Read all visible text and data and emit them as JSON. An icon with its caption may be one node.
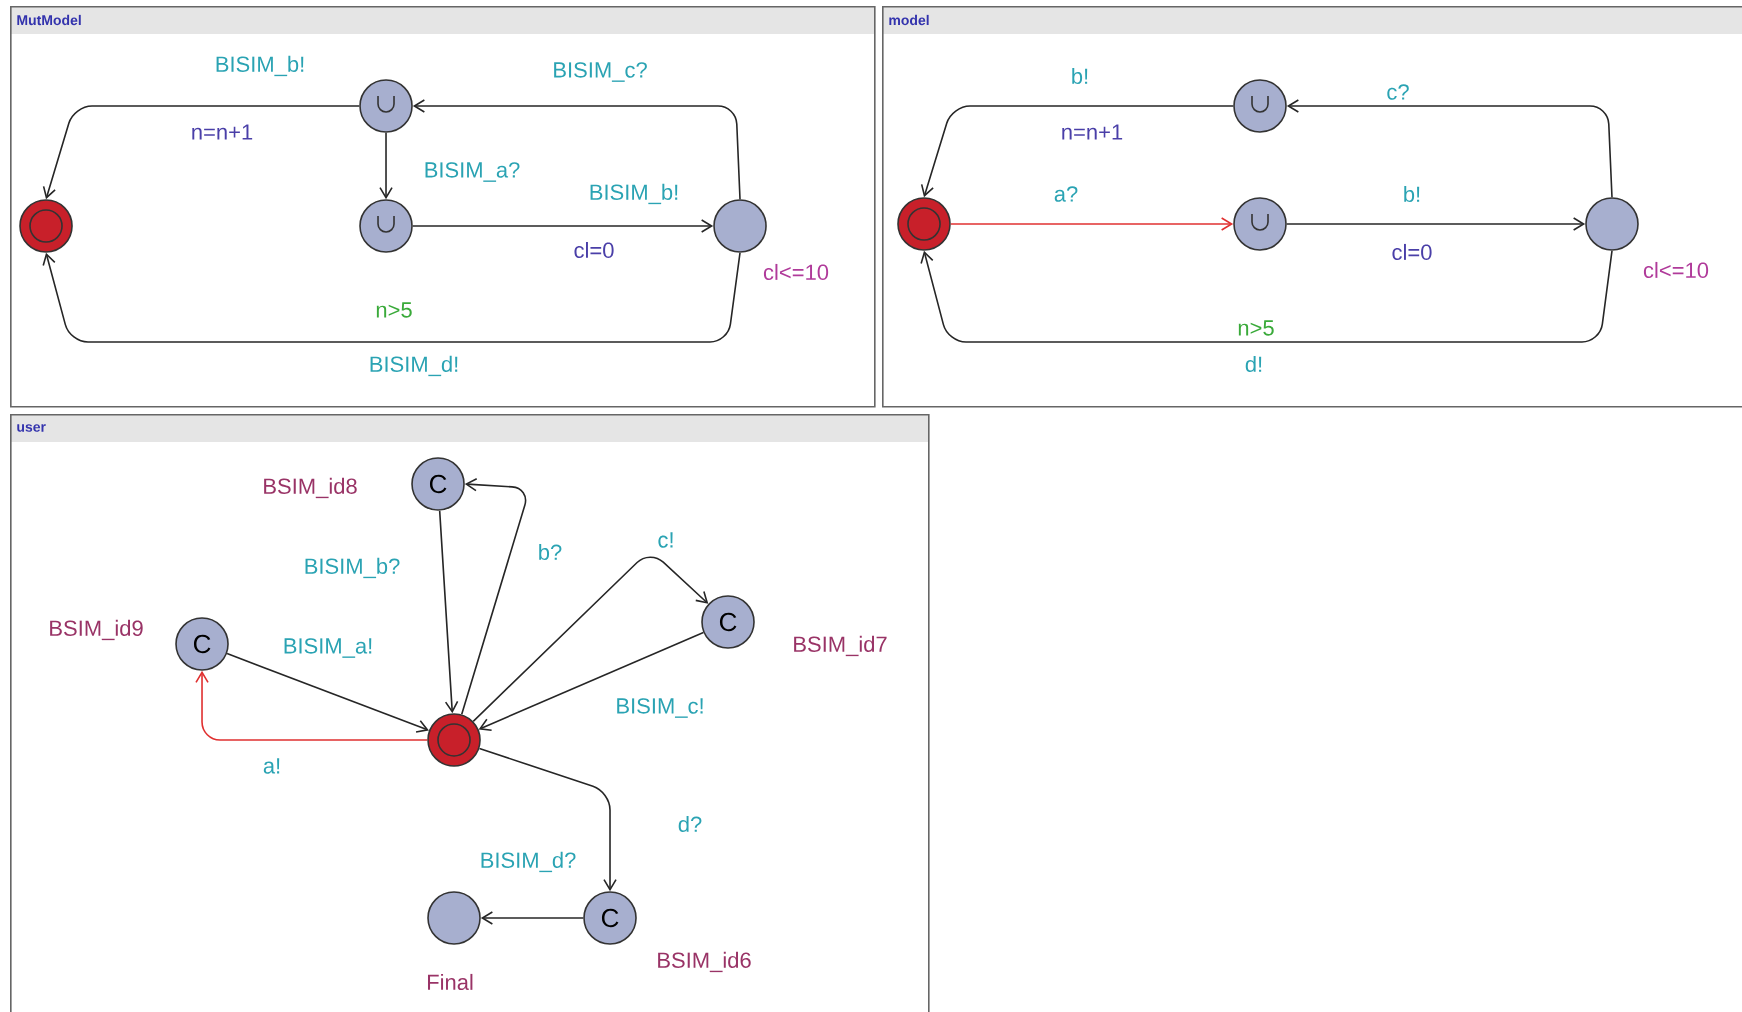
{
  "diagram": {
    "nodes": [
      {
        "text": [
          "MutModel"
        ]
      },
      {
        "text": [],
        "shape": "circle",
        "in": 0
      },
      {
        "text": [],
        "shape": "circle",
        "in": 0
      },
      {
        "text": [],
        "shape": "circle",
        "in": 0
      },
      {
        "text": [],
        "shape": "circle",
        "in": 0,
        "beside": [
          "cl<=10"
        ]
      },
      {
        "text": [
          "model"
        ]
      },
      {
        "text": [],
        "shape": "circle",
        "in": 5
      },
      {
        "text": [],
        "shape": "circle",
        "in": 5
      },
      {
        "text": [],
        "shape": "circle",
        "in": 5
      },
      {
        "text": [],
        "shape": "circle",
        "in": 5,
        "beside": [
          "cl<=10"
        ]
      },
      {
        "text": [
          "user"
        ]
      },
      {
        "text": [
          "C"
        ],
        "in": 10,
        "beside": [
          "BSIM_id8"
        ]
      },
      {
        "text": [
          "C"
        ],
        "in": 10,
        "beside": [
          "BSIM_id9"
        ]
      },
      {
        "text": [
          "C"
        ],
        "in": 10,
        "beside": [
          "BSIM_id7"
        ]
      },
      {
        "text": [],
        "shape": "circle",
        "in": 10
      },
      {
        "text": [
          "C"
        ],
        "in": 10,
        "beside": [
          "BSIM_id6"
        ]
      },
      {
        "text": [],
        "shape": "circle",
        "in": 10,
        "beside": [
          "Final"
        ]
      }
    ],
    "edges": [
      {
        "from": 2,
        "to": 1,
        "arrow": "to",
        "label": "BISIM_b!"
      },
      {
        "from": 4,
        "to": 2,
        "arrow": "to",
        "label": "BISIM_c?"
      },
      {
        "from": 2,
        "to": 3,
        "arrow": "to",
        "label": "BISIM_a?"
      },
      {
        "from": 3,
        "to": 4,
        "arrow": "to",
        "label": "BISIM_b!"
      },
      {
        "from": 4,
        "to": 1,
        "arrow": "to",
        "label": "BISIM_d!"
      },
      {
        "from": 7,
        "to": 6,
        "arrow": "to",
        "label": "b!"
      },
      {
        "from": 9,
        "to": 7,
        "arrow": "to",
        "label": "c?"
      },
      {
        "from": 6,
        "to": 8,
        "arrow": "to",
        "label": "a?",
        "color": "#e03030"
      },
      {
        "from": 8,
        "to": 9,
        "arrow": "to",
        "label": "b!"
      },
      {
        "from": 9,
        "to": 6,
        "arrow": "to",
        "label": "d!"
      },
      {
        "from": 11,
        "to": 14,
        "arrow": "to",
        "label": "BISIM_b?"
      },
      {
        "from": 14,
        "to": 11,
        "arrow": "to",
        "label": "b?"
      },
      {
        "from": 14,
        "to": 13,
        "arrow": "to",
        "label": "c!"
      },
      {
        "from": 13,
        "to": 14,
        "arrow": "to",
        "label": "BISIM_c!"
      },
      {
        "from": 12,
        "to": 14,
        "arrow": "to",
        "label": "BISIM_a!"
      },
      {
        "from": 14,
        "to": 12,
        "arrow": "to",
        "label": "a!",
        "color": "#e03030"
      },
      {
        "from": 14,
        "to": 15,
        "arrow": "to",
        "label": "d?"
      },
      {
        "from": 15,
        "to": 16,
        "arrow": "to",
        "label": "BISIM_d?"
      }
    ],
    "labels": [
      "n=n+1",
      "cl=0",
      "n>5",
      "n=n+1",
      "cl=0",
      "n>5"
    ]
  }
}
